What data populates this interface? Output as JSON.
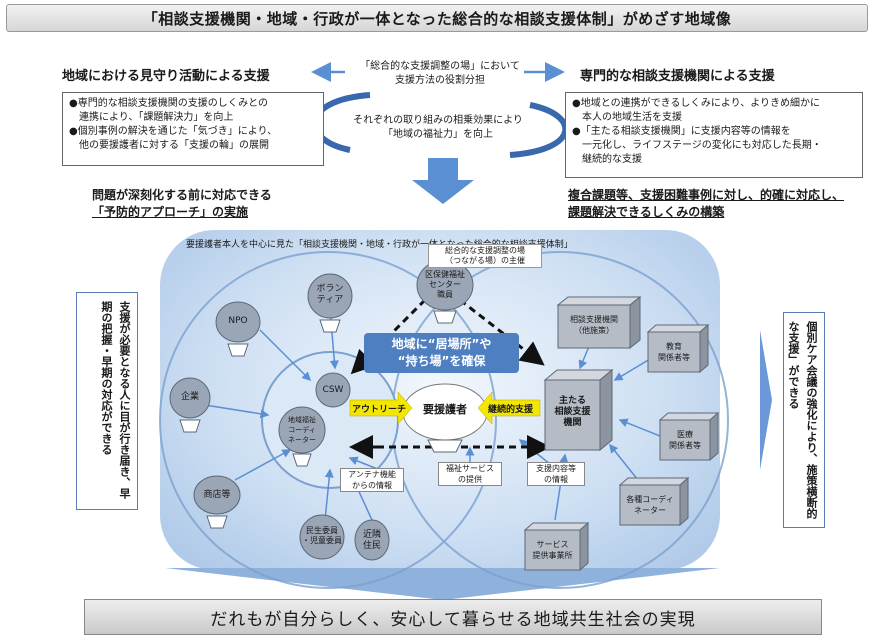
{
  "title": "「相談支援機関・地域・行政が一体となった総合的な相談支援体制」がめざす地域像",
  "left_header": "地域における見守り活動による支援",
  "right_header": "専門的な相談支援機関による支援",
  "center_top": {
    "line1": "「総合的な支援調整の場」において",
    "line2": "支援方法の役割分担"
  },
  "center_ellipse": {
    "line1": "それぞれの取り組みの相乗効果により",
    "line2": "「地域の福祉力」を向上"
  },
  "left_box": [
    "●専門的な相談支援機関の支援のしくみとの",
    "　連携により、「課題解決力」を向上",
    "●個別事例の解決を通じた「気づき」により、",
    "　他の要援護者に対する「支援の輪」の展開"
  ],
  "right_box": [
    "●地域との連携ができるしくみにより、よりきめ細かに",
    "　本人の地域生活を支援",
    "●「主たる相談支援機関」に支援内容等の情報を",
    "　一元化し、ライフステージの変化にも対応した長期・",
    "　継続的な支援"
  ],
  "left_summary": {
    "line1": "問題が深刻化する前に対応できる",
    "line2": "「予防的アプローチ」の実施"
  },
  "right_summary": {
    "line1": "複合課題等、支援困難事例に対し、的確に対応し、",
    "line2": "課題解決できるしくみの構築"
  },
  "inner_title": "要援護者本人を中心に見た「相談支援機関・地域・行政が一体となった総合的な相談支援体制」",
  "coordination_label": {
    "line1": "総合的な支援調整の場",
    "line2": "（つながる場）の主催"
  },
  "nodes": {
    "npo": "NPO",
    "volunteer": [
      "ボラン",
      "ティア"
    ],
    "health_center": [
      "区保健福祉",
      "センター",
      "職員"
    ],
    "company": "企業",
    "csw": "CSW",
    "coordinator": [
      "地域福祉",
      "コーディ",
      "ネーター"
    ],
    "shop": "商店等",
    "minsei": [
      "民生委員",
      "・児童委員"
    ],
    "neighbor": [
      "近隣",
      "住民"
    ],
    "client": "要援護者",
    "main_agency": [
      "主たる",
      "相談支援",
      "機関"
    ],
    "consult_agency": [
      "相談支援機関",
      "（他施策）"
    ],
    "education": [
      "教育",
      "関係者等"
    ],
    "medical": [
      "医療",
      "関係者等"
    ],
    "various_coord": [
      "各種コーディ",
      "ネーター"
    ],
    "antenna": [
      "アンテナ機能",
      "からの情報"
    ],
    "welfare_service": [
      "福祉サービス",
      "の提供"
    ],
    "support_info": [
      "支援内容等",
      "の情報"
    ],
    "service_provider": [
      "サービス",
      "提供事業所"
    ]
  },
  "banner": {
    "line1": "地域に“居場所”や",
    "line2": "“持ち場”を確保"
  },
  "outreach": "アウトリーチ",
  "continuous": "継続的支援",
  "left_side": "支援が必要となる人に目が行き届き、早期の把握・早期の対応ができる",
  "right_side": "個別ケア会議の強化により、施策横断的な支援」ができる",
  "footer": "だれもが自分らしく、安心して暮らせる地域共生社会の実現",
  "colors": {
    "accent_blue": "#4e7fc1",
    "arrow_blue": "#5b8fd3",
    "panel_light": "#cfe0f3",
    "yellow": "#f3e600"
  }
}
